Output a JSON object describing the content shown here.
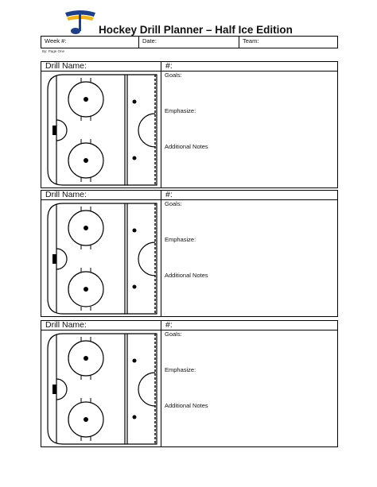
{
  "header": {
    "logo_icon": "blue-note-logo-icon",
    "title": "Hockey Drill Planner – Half Ice Edition",
    "week_label": "Week #:",
    "date_label": "Date:",
    "team_label": "Team:",
    "byline": "By: Page One"
  },
  "drills": [
    {
      "name_label": "Drill Name:",
      "number_label": "#:",
      "goals_label": "Goals:",
      "emphasize_label": "Emphasize:",
      "notes_label": "Additional Notes"
    },
    {
      "name_label": "Drill Name:",
      "number_label": "#:",
      "goals_label": "Goals:",
      "emphasize_label": "Emphasize:",
      "notes_label": "Additional Notes"
    },
    {
      "name_label": "Drill Name:",
      "number_label": "#:",
      "goals_label": "Goals:",
      "emphasize_label": "Emphasize:",
      "notes_label": "Additional Notes"
    }
  ],
  "colors": {
    "logo_blue": "#1f3f86",
    "logo_gold": "#f2b41c"
  }
}
